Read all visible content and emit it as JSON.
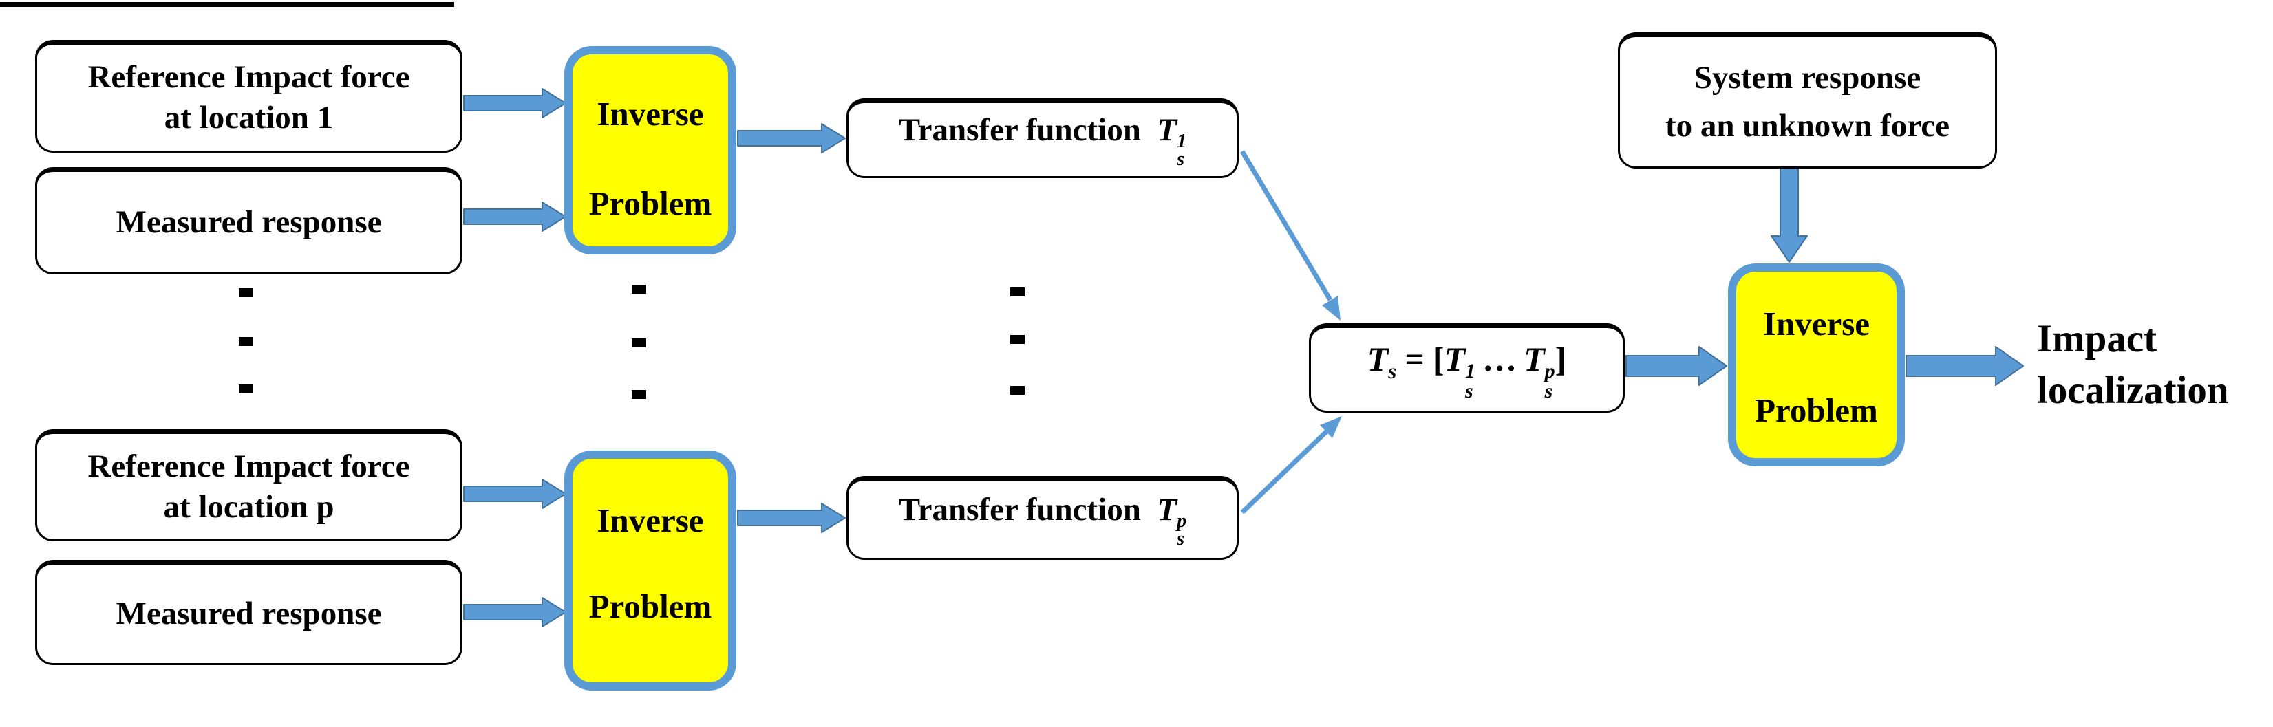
{
  "colors": {
    "arrow_blue": "#5B9BD5",
    "arrow_outline": "#41719C",
    "box_yellow": "#FFFF00",
    "box_border_blue": "#5B9BD5",
    "text_black": "#000000",
    "box_white": "#FFFFFF"
  },
  "boxes": {
    "ref_force_1": {
      "line1": "Reference Impact force",
      "line2": "at location 1"
    },
    "measured_response_1": {
      "label": "Measured response"
    },
    "ref_force_p": {
      "line1": "Reference Impact force",
      "line2": "at location p"
    },
    "measured_response_2": {
      "label": "Measured response"
    },
    "inverse_problem_1": {
      "line1": "Inverse",
      "line2": "Problem"
    },
    "inverse_problem_2": {
      "line1": "Inverse",
      "line2": "Problem"
    },
    "inverse_problem_3": {
      "line1": "Inverse",
      "line2": "Problem"
    },
    "transfer_function_1": {
      "prefix": "Transfer function",
      "symbol": "T",
      "sup": "1",
      "sub": "s"
    },
    "transfer_function_p": {
      "prefix": "Transfer function",
      "symbol": "T",
      "sup": "p",
      "sub": "s"
    },
    "ts_formula": {
      "lhs": "T",
      "lhs_sub": "s",
      "equals": "=",
      "open_bracket": "[",
      "t1": "T",
      "t1_sup": "1",
      "t1_sub": "s",
      "dots": "…",
      "tp": "T",
      "tp_sup": "p",
      "tp_sub": "s",
      "close_bracket": "]"
    },
    "system_response": {
      "line1": "System response",
      "line2": "to an unknown force"
    }
  },
  "output_label": {
    "line1": "Impact",
    "line2": "localization"
  },
  "ellipsis": {
    "columns": 3,
    "dots_per_column": 3,
    "glyph": "."
  }
}
